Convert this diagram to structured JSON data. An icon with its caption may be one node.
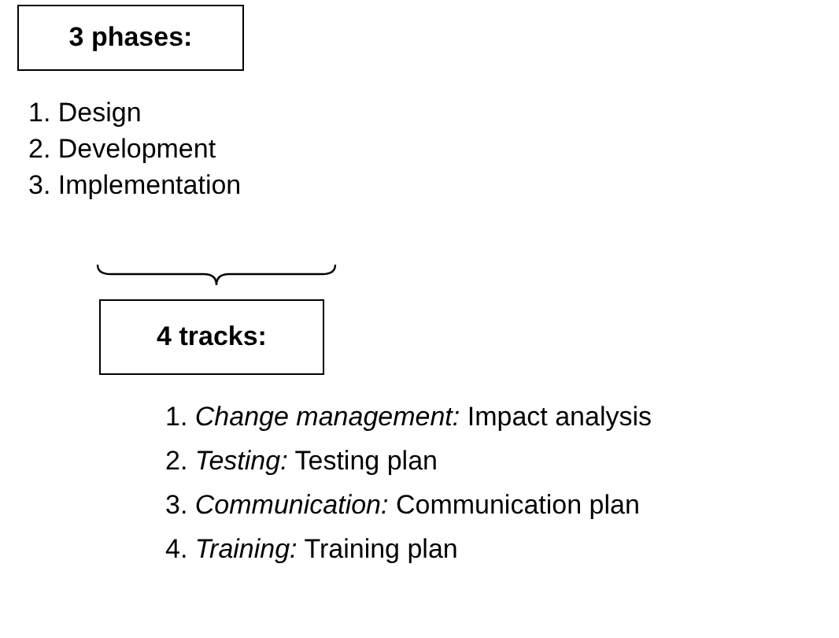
{
  "diagram": {
    "nodes": [
      {
        "text": [
          "3 phases:"
        ]
      },
      {
        "text": [
          "4 tracks:"
        ]
      }
    ],
    "edges": [],
    "labels": [
      "1. Design",
      "2. Development",
      "3. Implementation",
      "1. *Change management:* Impact analysis",
      "2. *Testing:* Testing plan",
      "3. *Communication:* Communication plan",
      "4. *Training:* Training plan"
    ]
  }
}
